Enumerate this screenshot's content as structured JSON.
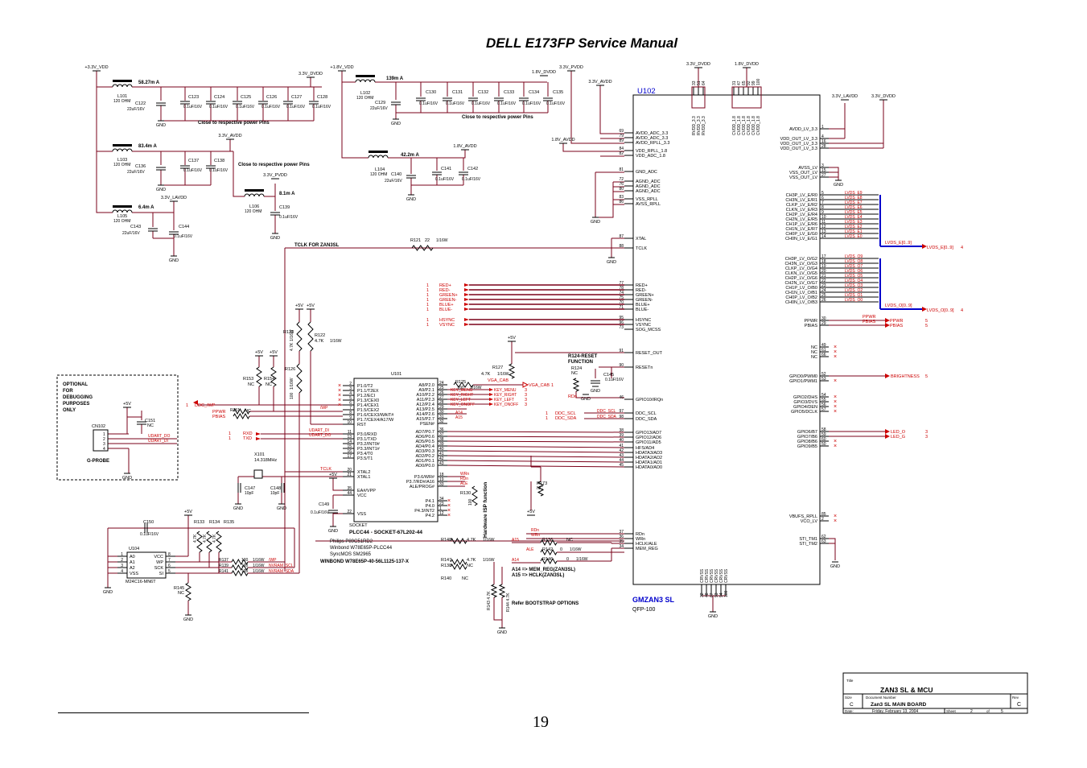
{
  "header": {
    "title": "DELL  E173FP  Service  Manual"
  },
  "page_number": "19",
  "title_block": {
    "title_label": "Title",
    "title": "ZAN3 SL & MCU",
    "size_label": "Size",
    "size": "C",
    "doc_label": "Document Number",
    "doc": "Zan3 SL MAIN BOARD",
    "rev_label": "Rev",
    "rev": "C",
    "date_label": "Date:",
    "date": "Friday, February 13, 2004",
    "sheet_label": "Sheet",
    "sheet": "2",
    "of_label": "of",
    "sheets": "5"
  },
  "rails": {
    "v33_vdd": "+3.3V_VDD",
    "v33_dvdd": "3.3V_DVDD",
    "v33_avdd": "3.3V_AVDD",
    "v33_lavdd": "3.3V_LAVDD",
    "v33_pvdd": "3.3V_PVDD",
    "v18_vdd": "+1.8V_VDD",
    "v18_dvdd": "1.8V_DVDD",
    "v18_avdd": "1.8V_AVDD",
    "v18_avdd2": "1.8V_AVDD",
    "v33_pvdd2": "3.3V_PVDD",
    "v33_avdd2": "3.3V_AVDD",
    "v33_dvdd2": "3.3V_DVDD",
    "v18_dvdd2": "1.8V_DVDD",
    "v33_lavdd2": "3.3V_LAVDD",
    "v33_dvdd3": "3.3V_DVDD"
  },
  "power_notes": {
    "i1": "58.27m A",
    "i2": "83.4m A",
    "i3": "6.4m A",
    "i4": "8.1m A",
    "i5": "139m A",
    "i6": "42.2m A",
    "close1": "Close to respective power Pins",
    "close2": "Close to respective power Pins",
    "close3": "Close to respective power Pins"
  },
  "inductors": {
    "l101": "L101",
    "l103": "L103",
    "l105": "L105",
    "l106": "L106",
    "l102": "L102",
    "l104": "L104",
    "ohm": "120 OHM"
  },
  "caps": {
    "c122": "C122",
    "c136": "C136",
    "c143": "C143",
    "c129": "C129",
    "c140": "C140",
    "bulk": "22uF/16V",
    "small": "0.1uF/16V",
    "c123": "C123",
    "c124": "C124",
    "c125": "C125",
    "c126": "C126",
    "c127": "C127",
    "c128": "C128",
    "c137": "C137",
    "c138": "C138",
    "c144": "C144",
    "c139": "C139",
    "c130": "C130",
    "c131": "C131",
    "c132": "C132",
    "c133": "C133",
    "c134": "C134",
    "c135": "C135",
    "c141": "C141",
    "c142": "C142"
  },
  "gnd": "GND",
  "u102": {
    "ref": "U102",
    "part": "GMZAN3 SL",
    "pkg": "QFP-100",
    "left_pins": [
      {
        "n": "69",
        "s": "AVDD_ADC_3.3"
      },
      {
        "n": "79",
        "s": "AVDD_ADC_3.3"
      },
      {
        "n": "89",
        "s": "AVDD_RPLL_3.3"
      },
      {
        "n": "84",
        "s": "VDD_RPLL_1.8"
      },
      {
        "n": "82",
        "s": "VDD_ADC_1.8"
      },
      {
        "n": "81",
        "s": "GND_ADC"
      },
      {
        "n": "72",
        "s": "AGND_ADC"
      },
      {
        "n": "76",
        "s": "AGND_ADC"
      },
      {
        "n": "80",
        "s": "AGND_ADC"
      },
      {
        "n": "83",
        "s": "VSS_RPLL"
      },
      {
        "n": "86",
        "s": "AVSS_RPLL"
      },
      {
        "n": "87",
        "s": "XTAL"
      },
      {
        "n": "88",
        "s": "TCLK"
      },
      {
        "n": "77",
        "s": "RED+"
      },
      {
        "n": "78",
        "s": "RED-"
      },
      {
        "n": "74",
        "s": "GREEN+"
      },
      {
        "n": "75",
        "s": "GREEN-"
      },
      {
        "n": "70",
        "s": "BLUE+"
      },
      {
        "n": "71",
        "s": "BLUE-"
      },
      {
        "n": "95",
        "s": "HSYNC"
      },
      {
        "n": "96",
        "s": "VSYNC"
      },
      {
        "n": "73",
        "s": "SOG_MCSS"
      },
      {
        "n": "91",
        "s": "RESET_OUT"
      },
      {
        "n": "90",
        "s": "RESETn"
      },
      {
        "n": "46",
        "s": "GPIO10/IRQn"
      },
      {
        "n": "97",
        "s": "DDC_SCL"
      },
      {
        "n": "98",
        "s": "DDC_SDA"
      },
      {
        "n": "38",
        "s": "GPIO13/AD7"
      },
      {
        "n": "39",
        "s": "GPIO12/AD6"
      },
      {
        "n": "40",
        "s": "GPIO11/AD5"
      },
      {
        "n": "41",
        "s": "HFS/AD4"
      },
      {
        "n": "42",
        "s": "HDATA3/AD3"
      },
      {
        "n": "43",
        "s": "HDATA2/AD2"
      },
      {
        "n": "44",
        "s": "HDATA1/AD1"
      },
      {
        "n": "45",
        "s": "HDATA0/AD0"
      },
      {
        "n": "37",
        "s": "RDn"
      },
      {
        "n": "36",
        "s": "WRn"
      },
      {
        "n": "35",
        "s": "HCLK/ALE"
      },
      {
        "n": "34",
        "s": "MEM_REG"
      }
    ],
    "right_pins": [
      {
        "n": "1",
        "s": "AVDD_LV_3.3"
      },
      {
        "n": "4",
        "s": "VDD_OUT_LV_3.3"
      },
      {
        "n": "16",
        "s": "VDD_OUT_LV_3.3"
      },
      {
        "n": "28",
        "s": "VDD_OUT_LV_3.3"
      },
      {
        "n": "3",
        "s": "AVSS_LV"
      },
      {
        "n": "15",
        "s": "VSS_OUT_LV"
      },
      {
        "n": "27",
        "s": "VSS_OUT_LV"
      },
      {
        "n": "5",
        "s": "CH3P_LV_E/R0"
      },
      {
        "n": "6",
        "s": "CH3N_LV_E/R1"
      },
      {
        "n": "7",
        "s": "CLKP_LV_E/R2"
      },
      {
        "n": "8",
        "s": "CLKN_LV_E/R3"
      },
      {
        "n": "9",
        "s": "CH2P_LV_E/R4"
      },
      {
        "n": "10",
        "s": "CH2N_LV_E/R5"
      },
      {
        "n": "11",
        "s": "CH1P_LV_E/R6"
      },
      {
        "n": "12",
        "s": "CH1N_LV_E/R7"
      },
      {
        "n": "13",
        "s": "CH0P_LV_E/G0"
      },
      {
        "n": "14",
        "s": "CH0N_LV_E/G1"
      },
      {
        "n": "17",
        "s": "CH3P_LV_O/G2"
      },
      {
        "n": "18",
        "s": "CH3N_LV_O/G3"
      },
      {
        "n": "19",
        "s": "CLKP_LV_O/G4"
      },
      {
        "n": "20",
        "s": "CLKN_LV_O/G5"
      },
      {
        "n": "21",
        "s": "CH2P_LV_O/G6"
      },
      {
        "n": "22",
        "s": "CH2N_LV_O/G7"
      },
      {
        "n": "23",
        "s": "CH1P_LV_O/B0"
      },
      {
        "n": "24",
        "s": "CH1N_LV_O/B1"
      },
      {
        "n": "25",
        "s": "CH0P_LV_O/B2"
      },
      {
        "n": "26",
        "s": "CH0N_LV_O/B3"
      },
      {
        "n": "30",
        "s": "PPWR"
      },
      {
        "n": "29",
        "s": "PBIAS"
      },
      {
        "n": "49",
        "s": "NC"
      },
      {
        "n": "61",
        "s": "NC"
      },
      {
        "n": "66",
        "s": "NC"
      },
      {
        "n": "52",
        "s": "GPIO0/PWM0"
      },
      {
        "n": "53",
        "s": "GPIO1/PWM1"
      },
      {
        "n": "54",
        "s": "GPIO2/DHS"
      },
      {
        "n": "55",
        "s": "GPIO3/DVS"
      },
      {
        "n": "56",
        "s": "GPIO4/DEN"
      },
      {
        "n": "57",
        "s": "GPIO5/DCLK"
      },
      {
        "n": "58",
        "s": "GPIO6/B7"
      },
      {
        "n": "59",
        "s": "GPIO7/B6"
      },
      {
        "n": "60",
        "s": "GPIO8/B6"
      },
      {
        "n": "50",
        "s": "GPIO9/B5"
      },
      {
        "n": "85",
        "s": "VBUFS_RPLL"
      },
      {
        "n": "2",
        "s": "VCO_LV"
      },
      {
        "n": "62",
        "s": "STI_TM1"
      },
      {
        "n": "63",
        "s": "STI_TM2"
      }
    ],
    "top_pins": [
      "RVDD_3.3",
      "RVDD_3.3",
      "RVDD_3.3",
      "CVDD_1.8",
      "CVDD_1.8",
      "CVDD_1.8",
      "CVDD_1.8",
      "CVDD_1.8",
      "CVDD_1.8"
    ],
    "top_nums": [
      "33",
      "51",
      "64",
      "31",
      "47",
      "65",
      "92",
      "99",
      "100"
    ],
    "bottom_pins": [
      "CRVSS",
      "CRVSS",
      "CRVSS",
      "CRVSS",
      "CRVSS",
      "CRVSS"
    ],
    "bottom_nums": [
      "32",
      "48",
      "67",
      "93",
      "94",
      "100"
    ]
  },
  "lvds": {
    "e_nets": [
      "LVDS_E9",
      "LVDS_E8",
      "LVDS_E7",
      "LVDS_E6",
      "LVDS_E5",
      "LVDS_E4",
      "LVDS_E3",
      "LVDS_E2",
      "LVDS_E1",
      "LVDS_E0"
    ],
    "o_nets": [
      "LVDS_O9",
      "LVDS_O8",
      "LVDS_O7",
      "LVDS_O6",
      "LVDS_O5",
      "LVDS_O4",
      "LVDS_O3",
      "LVDS_O2",
      "LVDS_O1",
      "LVDS_O0"
    ],
    "e_bus": "LVDS_E[0..9]",
    "o_bus": "LVDS_O[0..9]",
    "e_bus_out": "LVDS_E[0..9]",
    "o_bus_out": "LVDS_O[0..9]",
    "sheet_ref": "4"
  },
  "right_nets": {
    "ppwr": "PPWR",
    "pbias": "PBIAS",
    "brightness": "BRIGHTNESS",
    "led_o": "LED_O",
    "led_g": "LED_G",
    "ref5": "5",
    "ref3": "3"
  },
  "video_in": {
    "nets": [
      "RED+",
      "RED-",
      "GREEN+",
      "GREEN-",
      "BLUE+",
      "BLUE-",
      "HSYNC",
      "VSYNC"
    ],
    "ref": "1"
  },
  "tclk": {
    "net": "TCLK FOR ZAN3SL",
    "r121": "R121",
    "r121v": "22",
    "r121t": "1/16W"
  },
  "reset": {
    "title": "R124-RESET",
    "title2": "FUNCTION",
    "r124": "R124",
    "nc": "NC",
    "c145": "C145",
    "c145v": "0.1uF/16V",
    "r127": "R127",
    "r127v": "4.7K",
    "r127t": "1/16W",
    "v5": "+5V",
    "rdn": "RDn"
  },
  "u101": {
    "ref": "U101",
    "part": "PLCC44 - SOCKET-67L202-44",
    "socket": "SOCKET",
    "alt1": "Philips P89C51RD2",
    "alt2": "Winbond W78E65P-PLCC44",
    "alt3": "SyncMOS SM2965",
    "alt4": "WINBOND W78E65P-40-56L1125-137-X",
    "left": [
      {
        "n": "2",
        "s": "P1.0/T2"
      },
      {
        "n": "3",
        "s": "P1.1/T2EX"
      },
      {
        "n": "4",
        "s": "P1.2/ECI"
      },
      {
        "n": "5",
        "s": "P1.3/CEX0"
      },
      {
        "n": "6",
        "s": "P1.4/CEX1"
      },
      {
        "n": "7",
        "s": "P1.5/CEX2"
      },
      {
        "n": "8",
        "s": "P1.6/CEX3/WAIT#"
      },
      {
        "n": "9",
        "s": "P1.7/CEX4/A17/W"
      },
      {
        "n": "10",
        "s": "RST"
      },
      {
        "n": "11",
        "s": "P3.0/RXD"
      },
      {
        "n": "13",
        "s": "P3.1/TXD"
      },
      {
        "n": "14",
        "s": "P3.2/INT0#"
      },
      {
        "n": "15",
        "s": "P3.3/INT1#"
      },
      {
        "n": "16",
        "s": "P3.4/T0"
      },
      {
        "n": "17",
        "s": "P3.5/T1"
      },
      {
        "n": "20",
        "s": "XTAL2"
      },
      {
        "n": "21",
        "s": "XTAL1"
      },
      {
        "n": "35",
        "s": "EA#/VPP"
      },
      {
        "n": "44",
        "s": "VCC"
      },
      {
        "n": "22",
        "s": "VSS"
      }
    ],
    "right": [
      {
        "n": "24",
        "s": "A8/P2.0"
      },
      {
        "n": "25",
        "s": "A9/P2.1"
      },
      {
        "n": "26",
        "s": "A10/P2.2"
      },
      {
        "n": "27",
        "s": "A11/P2.3"
      },
      {
        "n": "28",
        "s": "A12/P2.4"
      },
      {
        "n": "29",
        "s": "A13/P2.5"
      },
      {
        "n": "30",
        "s": "A14/P2.6"
      },
      {
        "n": "31",
        "s": "A15/P2.7"
      },
      {
        "n": "32",
        "s": "PSEN#"
      },
      {
        "n": "36",
        "s": "AD7/P0.7"
      },
      {
        "n": "37",
        "s": "AD6/P0.6"
      },
      {
        "n": "38",
        "s": "AD5/P0.5"
      },
      {
        "n": "39",
        "s": "AD4/P0.4"
      },
      {
        "n": "40",
        "s": "AD3/P0.3"
      },
      {
        "n": "41",
        "s": "AD2/P0.2"
      },
      {
        "n": "42",
        "s": "AD1/P0.1"
      },
      {
        "n": "43",
        "s": "AD0/P0.0"
      },
      {
        "n": "18",
        "s": "P3.6/WR#"
      },
      {
        "n": "19",
        "s": "P3.7/RD#/A16"
      },
      {
        "n": "33",
        "s": "ALE/PROG#"
      },
      {
        "n": "34",
        "s": "P4.1"
      },
      {
        "n": "23",
        "s": "P4.0"
      },
      {
        "n": "1",
        "s": "P4.3/INT2"
      },
      {
        "n": "12",
        "s": "P4.2"
      }
    ]
  },
  "mcu_nets": {
    "key_nets": [
      "KEY_MENU",
      "KEY_RIGHT",
      "KEY_LEFT",
      "KEY_ONOFF"
    ],
    "key_ref": "3",
    "vga_cab": "VGA_CAB",
    "vga_ref": "1",
    "r125": "R125",
    "r125v": "100",
    "r125t": "1/16W",
    "a15": "A15",
    "a14": "A14",
    "ddc_wp": "DDC_/WP",
    "ddc_wp_ref": "1",
    "wp": "/WP",
    "ppwr": "PPWR",
    "pbias": "PBIAS",
    "r151": "R151",
    "nc": "NC",
    "rxd": "RXD",
    "txd": "TXD",
    "io_ref": "1",
    "udi": "UDART_DI",
    "udo": "UDART_DO",
    "ddc_scl": "DDC_SCL",
    "ddc_sda": "DDC_SDA",
    "ddc_ref": "1",
    "tclk": "TCLK",
    "wrn": "WRn",
    "rdn": "RDn",
    "ale": "ALE",
    "r130": "R130",
    "r130v": "100",
    "hw_isp": "Hardware ISP function",
    "r173": "R173",
    "r173v": "NC",
    "v5": "+5V",
    "r153": "R153",
    "r154": "R154",
    "r122": "R122",
    "r122v": "4.7K",
    "r122t": "1/16W",
    "r123": "R123",
    "r123v": "4.7K",
    "r123t": "1/16W",
    "r126": "R126",
    "r126v": "100",
    "r126t": "1/16W",
    "x101": "X101",
    "x101v": "14.318MHz",
    "c147": "C147",
    "c148": "C148",
    "c147v": "10pF",
    "c149": "C149",
    "c149v": "0.1uF/16V"
  },
  "boot": {
    "r148": "R148",
    "r147": "R147",
    "r138": "R138",
    "r140": "R140",
    "r136": "R136",
    "r142": "R142",
    "r146": "R146",
    "k47": "4.7K",
    "w16": "1/16W",
    "nc": "NC",
    "zero": "0",
    "a15": "A15",
    "a14": "A14",
    "ale": "ALE",
    "rdn": "RDn",
    "wrn": "WRn",
    "map1": "A14  =>  MEM_REG(ZAN3SL)",
    "map2": "A15  =>  HCLK(ZAN3SL)",
    "refer": "Refer BOOTSTRAP OPTIONS",
    "r143": "R143 4.7K",
    "r144": "R144 4.7K"
  },
  "eeprom": {
    "ref": "U104",
    "part": "M24C16-MN6T",
    "c150": "C150",
    "c150v": "0.1uF/16V",
    "pins_l": [
      "A0",
      "A1",
      "A2",
      "VSS"
    ],
    "pins_r": [
      "VCC",
      "WP",
      "SCK",
      "SI"
    ],
    "nums_l": [
      "1",
      "2",
      "3",
      "4"
    ],
    "nums_r": [
      "8",
      "7",
      "6",
      "5"
    ],
    "r133": "R133",
    "r134": "R134",
    "r135": "R135",
    "r137": "R137",
    "r139": "R139",
    "r141": "R141",
    "r145": "R145",
    "nc": "NC",
    "k47": "4.7K",
    "wp": "/WP",
    "scl": "NVRAM_SCL",
    "sda": "NVRAM_SDA",
    "w16": "1/16W",
    "z100": "100"
  },
  "debug": {
    "title": "OPTIONAL",
    "l2": "FOR",
    "l3": "DEBUGGING",
    "l4": "PURPOSES",
    "l5": "ONLY",
    "cn": "CN102",
    "probe": "G-PROBE",
    "c151": "C151",
    "nc": "NC",
    "v5": "+5V",
    "udo": "UDART_DO",
    "udi": "UDART_DI",
    "pins": [
      "1",
      "2",
      "3",
      "4"
    ]
  }
}
